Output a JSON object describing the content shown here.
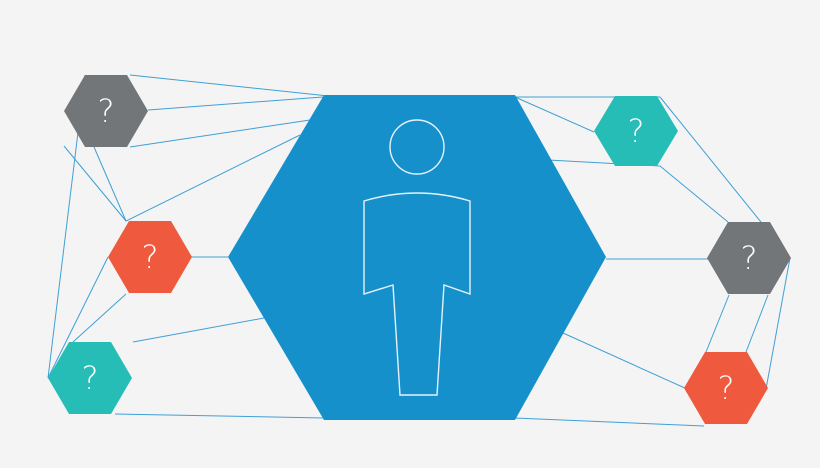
{
  "colors": {
    "background": "#f4f4f4",
    "center_hex": "#1690cb",
    "link_line": "#3fa0d5",
    "person_outline": "#e6f2fa",
    "gray_hex": "#737679",
    "teal_hex": "#27bdb7",
    "red_hex": "#ef5a3e"
  },
  "center": {
    "icon": "person-silhouette-icon"
  },
  "satellites": [
    {
      "id": "top-left",
      "color": "gray",
      "label": "?"
    },
    {
      "id": "middle-left",
      "color": "red",
      "label": "?"
    },
    {
      "id": "bottom-left",
      "color": "teal",
      "label": "?"
    },
    {
      "id": "top-right",
      "color": "teal",
      "label": "?"
    },
    {
      "id": "middle-right",
      "color": "gray",
      "label": "?"
    },
    {
      "id": "bottom-right",
      "color": "red",
      "label": "?"
    }
  ]
}
